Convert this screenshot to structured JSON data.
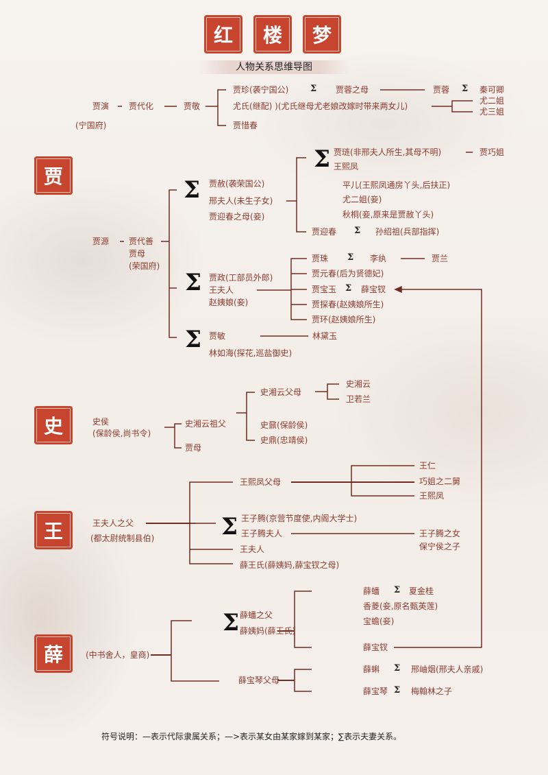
{
  "title": {
    "chars": [
      "红",
      "楼",
      "梦"
    ],
    "subtitle": "人物关系思维导图"
  },
  "sigma": "Σ",
  "families": {
    "jia": "贾",
    "shi": "史",
    "wang": "王",
    "xue": "薛"
  },
  "ningguo": {
    "jiayan": "贾演",
    "jiadaihua": "贾代化",
    "jiajing": "贾敬",
    "house": "(宁国府)",
    "jiazhen": "贾珍(袭宁国公)",
    "jiarong_mother": "贾蓉之母",
    "jiarong": "贾蓉",
    "qinkeqing": "秦可卿",
    "youshi": "尤氏(继配) )(尤氏继母尤老娘改嫁时带来两女儿)",
    "you2": "尤二姐",
    "you3": "尤三姐",
    "jiaxichun": "贾惜春"
  },
  "rongguo": {
    "jiayuan": "贾源",
    "jiadaishan": "贾代善",
    "jiamu": "贾母",
    "house": "(荣国府)",
    "jiashe": "贾赦(袭荣国公)",
    "xingfuren": "邢夫人(未生子女)",
    "yingchun_mother": "贾迎春之母(妾)",
    "jialian": "贾琏(非邢夫人所生,其母不明)",
    "dash": "—",
    "qiaojie": "贾巧姐",
    "wangxifeng": "王熙凤",
    "pinger": "平儿(王熙凤通房丫头,后扶正)",
    "you2": "尤二姐(妾)",
    "qiutong": "秋桐(妾,原来是贾赦丫头)",
    "yingchun": "贾迎春",
    "sunshaozu": "孙绍祖(兵部指挥)",
    "jiazheng": "贾政(工部员外郎)",
    "wangfuren": "王夫人",
    "zhaoyiniang": "赵姨娘(妾)",
    "jiazhu": "贾珠",
    "liwan": "李纨",
    "jialan": "贾兰",
    "yuanchun": "贾元春(后为贤德妃)",
    "baoyu": "贾宝玉",
    "baochai": "薛宝钗",
    "tanchun": "贾探春(赵姨娘所生)",
    "jiahuan": "贾环(赵姨娘所生)",
    "jiamin": "贾敏",
    "daiyu": "林黛玉",
    "linruhai": "林如海(探花,巡盐御史)"
  },
  "shi": {
    "shihou": "史侯",
    "shihou_title": "(保龄侯,尚书令)",
    "grandfather": "史湘云祖父",
    "jiamu": "贾母",
    "parents": "史湘云父母",
    "shinai": "史鼐(保龄侯)",
    "shiding": "史鼎(忠靖侯)",
    "xiangyun": "史湘云",
    "weiruolan": "卫若兰"
  },
  "wang": {
    "father": "王夫人之父",
    "father_title": "(都太尉统制县伯)",
    "xifeng_parents": "王熙凤父母",
    "wangren": "王仁",
    "qiaojie_uncle": "巧姐之二舅",
    "xifeng": "王熙凤",
    "ziteng": "王子腾(京营节度使,内阁大学士)",
    "ziteng_wife": "王子腾夫人",
    "ziteng_daughter": "王子腾之女",
    "baoninghou_son": "保宁侯之子",
    "wangfuren": "王夫人",
    "xuewangshi": "薛王氏(薛姨妈,薛宝钗之母)"
  },
  "xue": {
    "title": "(中书舍人，皇商)",
    "xuepan_father": "薛蟠之父",
    "xueyima": "薛姨妈(薛王氏)",
    "xuepan": "薛蟠",
    "xiajingui": "夏金桂",
    "xiangling": "香菱(妾,原名甄英莲)",
    "baochan": "宝蟾(妾)",
    "baochai": "薛宝钗",
    "baoqin_parents": "薛宝琴父母",
    "xueke": "薛蝌",
    "xingxiuyan": "邢岫烟(邢夫人亲戚)",
    "baoqin": "薛宝琴",
    "meihanlin_son": "梅翰林之子"
  },
  "legend": "符号说明：—表示代际隶属关系；—>表示某女由某家嫁到某家；∑表示夫妻关系。"
}
